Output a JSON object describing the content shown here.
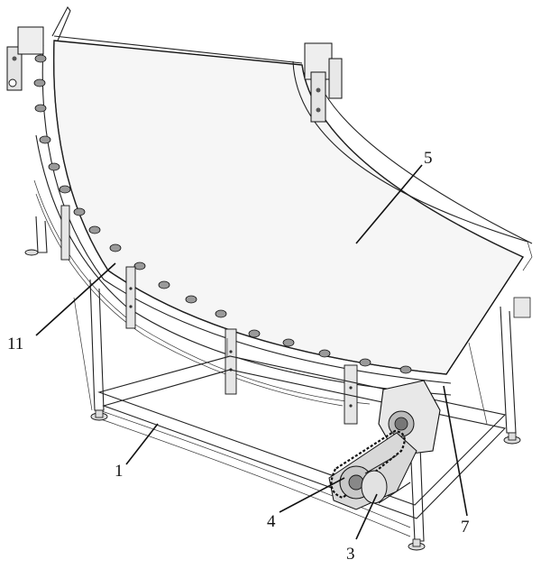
{
  "labels": {
    "l1": "1",
    "l3": "3",
    "l4": "4",
    "l5": "5",
    "l7": "7",
    "l11": "11"
  },
  "colors": {
    "ink": "#111111",
    "belt": "#f4f4f4",
    "metal": "#dddddd",
    "roller": "#9a9a9a"
  }
}
